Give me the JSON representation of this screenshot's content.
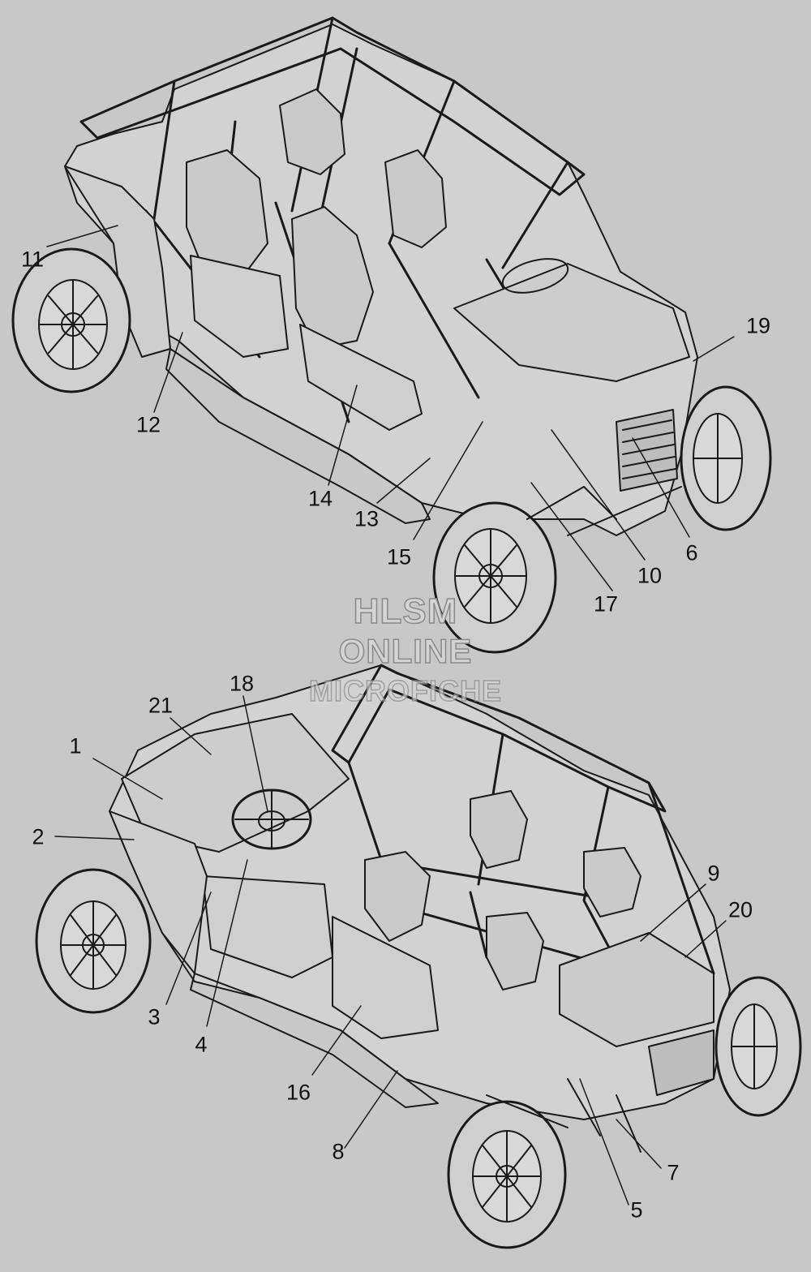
{
  "watermark": {
    "line1": "HLSM",
    "line2": "ONLINE",
    "line3": "MICROFICHE"
  },
  "callouts": [
    {
      "id": "11",
      "label": "11"
    },
    {
      "id": "12",
      "label": "12"
    },
    {
      "id": "14",
      "label": "14"
    },
    {
      "id": "13",
      "label": "13"
    },
    {
      "id": "15",
      "label": "15"
    },
    {
      "id": "17",
      "label": "17"
    },
    {
      "id": "10",
      "label": "10"
    },
    {
      "id": "6",
      "label": "6"
    },
    {
      "id": "19",
      "label": "19"
    },
    {
      "id": "18",
      "label": "18"
    },
    {
      "id": "21",
      "label": "21"
    },
    {
      "id": "1",
      "label": "1"
    },
    {
      "id": "2",
      "label": "2"
    },
    {
      "id": "3",
      "label": "3"
    },
    {
      "id": "4",
      "label": "4"
    },
    {
      "id": "16",
      "label": "16"
    },
    {
      "id": "8",
      "label": "8"
    },
    {
      "id": "5",
      "label": "5"
    },
    {
      "id": "7",
      "label": "7"
    },
    {
      "id": "9",
      "label": "9"
    },
    {
      "id": "20",
      "label": "20"
    }
  ],
  "colors": {
    "background": "#c8c8c8",
    "linework": "#1a1a1a",
    "fill": "#d2d2d2"
  }
}
